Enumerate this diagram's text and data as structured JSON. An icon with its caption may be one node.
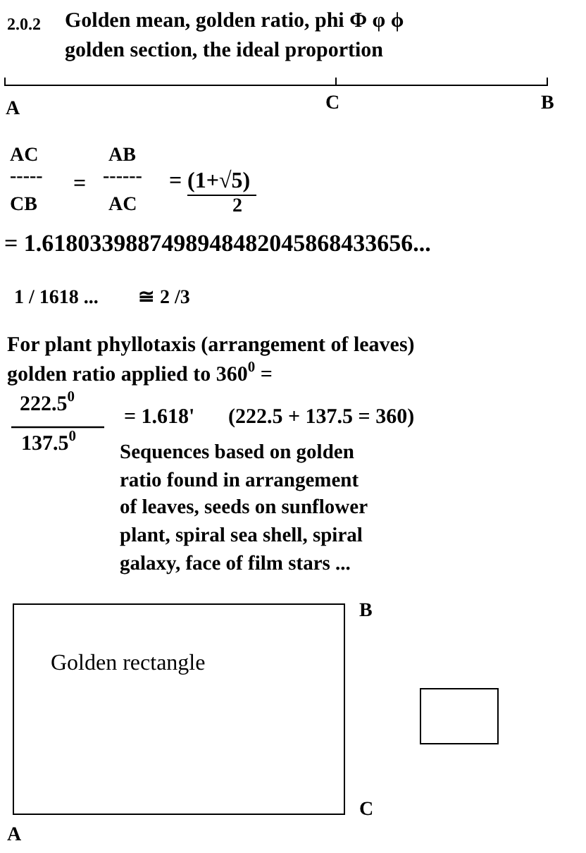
{
  "diagram": {
    "title": "Golden mean, golden ratio, phi Φ φ ϕ golden section, the ideal proportion",
    "nodes": [
      {
        "text": [
          "Golden rectangle"
        ]
      },
      {
        "text": [],
        "shape": "box"
      }
    ],
    "labels": [
      "2.0.2",
      "A",
      "C",
      "B",
      "AC",
      "-----",
      "CB",
      "=",
      "AB",
      "------",
      "AC",
      "=",
      "(1+√5)",
      "2",
      "= 1.6180339887498948482045868433656...",
      "1 / 1618 ...",
      "≅ 2 /3",
      "For plant phyllotaxis (arrangement of leaves) golden ratio applied to 360$^{0}$ =",
      "222.5$^{0}$",
      "137.5$^{0}$",
      "= 1.618'",
      "(222.5 + 137.5 = 360)",
      "Sequences based on golden ratio found in arrangement of leaves, seeds on sunflower plant, spiral sea shell, spiral galaxy, face of film stars ...",
      "B",
      "C",
      "A"
    ]
  }
}
